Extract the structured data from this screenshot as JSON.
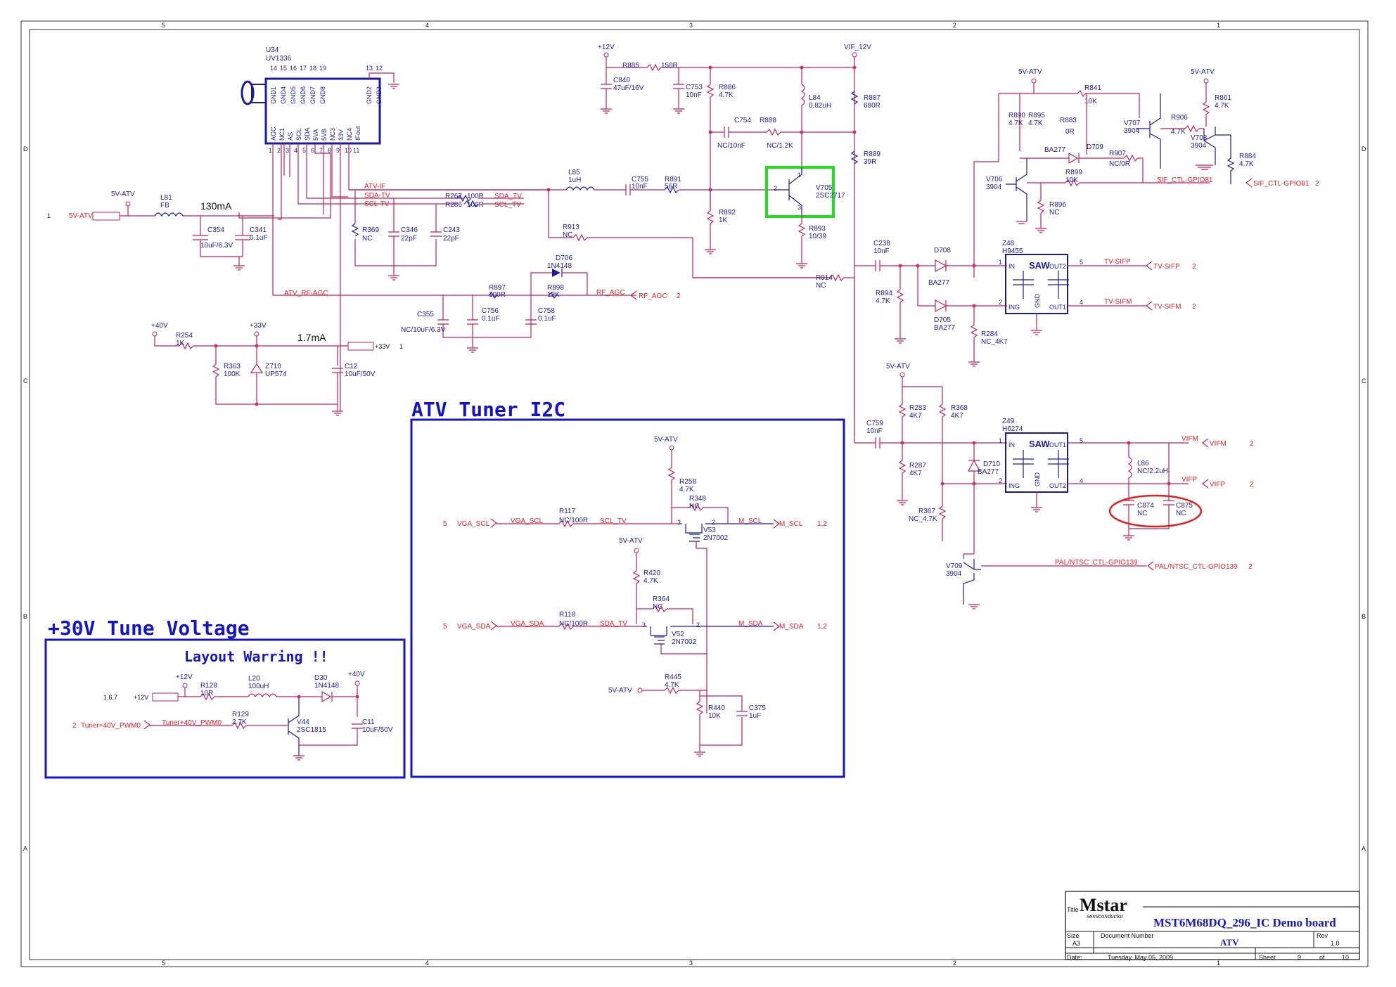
{
  "border": {
    "cols": [
      "5",
      "4",
      "3",
      "2",
      "1"
    ],
    "rows": [
      "D",
      "C",
      "B",
      "A"
    ]
  },
  "u34": {
    "ref": "U34",
    "part": "UV1336",
    "top_pins": [
      "14",
      "15",
      "16",
      "17",
      "18",
      "19",
      "13",
      "12"
    ],
    "top_names": [
      "GND1",
      "GND4",
      "GND5",
      "GND6",
      "GND7",
      "GND8",
      "GND2",
      "GND3"
    ],
    "bottom_names": [
      "AGC",
      "NC1",
      "AS",
      "SCL",
      "SDA",
      "5VA",
      "5VB",
      "NC3",
      "33V",
      "NC4",
      "IFout"
    ],
    "bottom_pins": [
      "1",
      "2",
      "3",
      "4",
      "5",
      "6",
      "7",
      "8",
      "9",
      "10",
      "11"
    ]
  },
  "nets": {
    "v5_atv": "5V-ATV",
    "v12": "+12V",
    "v33": "+33V",
    "v40": "+40V",
    "vif12": "VIF_12V",
    "atv_if": "ATV-IF",
    "sda_tv_net": "SDA-TV",
    "scl_tv_net": "SCL-TV",
    "sda_tv": "SDA_TV",
    "scl_tv": "SCL_TV",
    "atv_rf_agc": "ATV_RF-AGC",
    "rf_agc": "RF_AGC",
    "tv_sifp": "TV-SIFP",
    "tv_sifm": "TV-SIFM",
    "vifm": "VIFM",
    "vifp": "VIFP",
    "sif_ctl": "SIF_CTL-GPIO81",
    "pal_ntsc": "PAL/NTSC_CTL-GPIO139",
    "vga_scl": "VGA_SCL",
    "vga_sda": "VGA_SDA",
    "scl_tv_i2c": "SCL_TV",
    "sda_tv_i2c": "SDA_TV",
    "m_scl": "M_SCL",
    "m_sda": "M_SDA",
    "tuner_pwm": "Tuner+40V_PWM0",
    "tuner_pwm_net": "Tuner+40V_PWM0"
  },
  "annotations": {
    "current_130": "130mA",
    "current_1_7": "1.7mA",
    "port_1": "1",
    "port_2": "2",
    "port_1_2": "1,2",
    "port_5": "5",
    "port_167": "1,6,7",
    "port_33v": "+33V",
    "port_12v": "+12V"
  },
  "components": {
    "l81": [
      "L81",
      "FB"
    ],
    "c354": [
      "C354",
      "10uF/6.3V"
    ],
    "c341": [
      "C341",
      "0.1uF"
    ],
    "r369": [
      "R369",
      "NC"
    ],
    "c346": [
      "C346",
      "22pF"
    ],
    "c243": [
      "C243",
      "22pF"
    ],
    "r267": [
      "R267",
      "100R"
    ],
    "r286": [
      "R286",
      "100R"
    ],
    "l85": [
      "L85",
      "1uH"
    ],
    "c755": [
      "C755",
      "10nF"
    ],
    "r891": [
      "R891",
      "56R"
    ],
    "r913": [
      "R913",
      "NC"
    ],
    "d706": [
      "D706",
      "1N4148"
    ],
    "r897": [
      "R897",
      "100R"
    ],
    "r898": [
      "R898",
      "12K"
    ],
    "c355": [
      "C355",
      "NC/10uF/6.3V"
    ],
    "c756": [
      "C756",
      "0.1uF"
    ],
    "c758": [
      "C758",
      "0.1uF"
    ],
    "r254": [
      "R254",
      "1K"
    ],
    "r363": [
      "R363",
      "100K"
    ],
    "z710": [
      "Z710",
      "UP574"
    ],
    "c12": [
      "C12",
      "10uF/50V"
    ],
    "r885": [
      "R885",
      "150R"
    ],
    "c840": [
      "C840",
      "47uF/16V"
    ],
    "c753": [
      "C753",
      "10nF"
    ],
    "r886": [
      "R886",
      "4.7K"
    ],
    "l84": [
      "L84",
      "0.82uH"
    ],
    "r887": [
      "R887",
      "680R"
    ],
    "c754": [
      "C754",
      "NC/10nF"
    ],
    "r888": [
      "R888",
      "NC/1.2K"
    ],
    "r889": [
      "R889",
      "39R"
    ],
    "v705": [
      "V705",
      "2SC2717"
    ],
    "r892": [
      "R892",
      "1K"
    ],
    "r893": [
      "R893",
      "10/39"
    ],
    "r914": [
      "R914",
      "NC"
    ],
    "r841": [
      "R841",
      "10K"
    ],
    "r890": [
      "R890",
      "4.7K"
    ],
    "r895": [
      "R895",
      "4.7K"
    ],
    "r883": [
      "R883",
      "0R"
    ],
    "v707": [
      "V707",
      "3904"
    ],
    "r906": [
      "R906",
      "4.7K"
    ],
    "r861": [
      "R861",
      "4.7K"
    ],
    "v708": [
      "V708",
      "3904"
    ],
    "r884": [
      "R884",
      "4.7K"
    ],
    "d709": [
      "D709",
      "BA277"
    ],
    "r907": [
      "R907",
      "NC/0R"
    ],
    "v706": [
      "V706",
      "3904"
    ],
    "r899": [
      "R899",
      "10K"
    ],
    "r896": [
      "R896",
      "NC"
    ],
    "c238": [
      "C238",
      "10nF"
    ],
    "d708": [
      "D708",
      "BA277"
    ],
    "d705": [
      "D705",
      "BA277"
    ],
    "r894": [
      "R894",
      "4.7K"
    ],
    "r284": [
      "R284",
      "NC_4K7"
    ],
    "z48": [
      "Z48",
      "H9455"
    ],
    "z49": [
      "Z49",
      "H6274"
    ],
    "r283": [
      "R283",
      "4K7"
    ],
    "r368": [
      "R368",
      "4K7"
    ],
    "c759": [
      "C759",
      "10nF"
    ],
    "r287": [
      "R287",
      "4K7"
    ],
    "d710": [
      "D710",
      "BA277"
    ],
    "r367": [
      "R367",
      "NC_4.7K"
    ],
    "l86": [
      "L86",
      "NC/2.2uH"
    ],
    "c874": [
      "C874",
      "NC"
    ],
    "c875": [
      "C875",
      "NC"
    ],
    "v709": [
      "V709",
      "3904"
    ],
    "r258": [
      "R258",
      "4.7K"
    ],
    "r348": [
      "R348",
      "NC"
    ],
    "r117": [
      "R117",
      "NC/100R"
    ],
    "v53": [
      "V53",
      "2N7002"
    ],
    "r420": [
      "R420",
      "4.7K"
    ],
    "r364": [
      "R364",
      "NC"
    ],
    "r118": [
      "R118",
      "NC/100R"
    ],
    "v52": [
      "V52",
      "2N7002"
    ],
    "r445": [
      "R445",
      "4.7K"
    ],
    "r440": [
      "R440",
      "10K"
    ],
    "c375": [
      "C375",
      "1uF"
    ],
    "r128": [
      "R128",
      "10R"
    ],
    "l20": [
      "L20",
      "100uH"
    ],
    "d30": [
      "D30",
      "1N4148"
    ],
    "r129": [
      "R129",
      "2.7K"
    ],
    "v44": [
      "V44",
      "2SC1815"
    ],
    "c11": [
      "C11",
      "10uF/50V"
    ]
  },
  "saw": {
    "label": "SAW",
    "in": "IN",
    "ing": "ING",
    "gnd": "GND",
    "out1": "OUT1",
    "out2": "OUT2"
  },
  "sections": {
    "i2c_title": "ATV Tuner I2C",
    "tune_title": "+30V Tune Voltage",
    "layout_warning": "Layout Warring !!"
  },
  "title_block": {
    "title_label": "Title",
    "company": "Mstar",
    "company_sub": "semiconductor",
    "title": "MST6M68DQ_296_IC Demo board",
    "size_label": "Size",
    "size": "A3",
    "doc_label": "Document Number",
    "doc": "ATV",
    "rev_label": "Rev",
    "rev": "1.0",
    "date_label": "Date:",
    "date": "Tuesday, May 05, 2009",
    "sheet_label": "Sheet",
    "sheet": "9",
    "of_label": "of",
    "of": "10"
  },
  "colors": {
    "wire": "#c0205a",
    "component": "#1a1aa0",
    "highlight_box": "#22dd22",
    "highlight_ellipse": "#e02020"
  }
}
